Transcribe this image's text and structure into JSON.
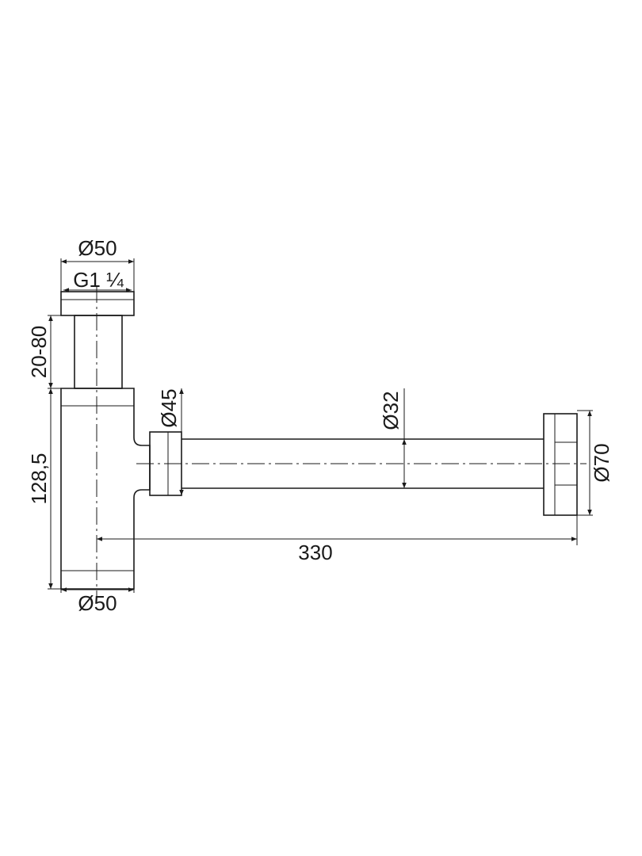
{
  "dimensions": {
    "top_diameter": "Ø50",
    "thread": "G1 ¼",
    "height_adjust": "20-80",
    "body_height": "128,5",
    "bottom_diameter": "Ø50",
    "outlet_nut_diameter": "Ø45",
    "pipe_diameter": "Ø32",
    "wall_flange_diameter": "Ø70",
    "length": "330"
  },
  "colors": {
    "line": "#1a1a1a",
    "background": "#ffffff"
  }
}
